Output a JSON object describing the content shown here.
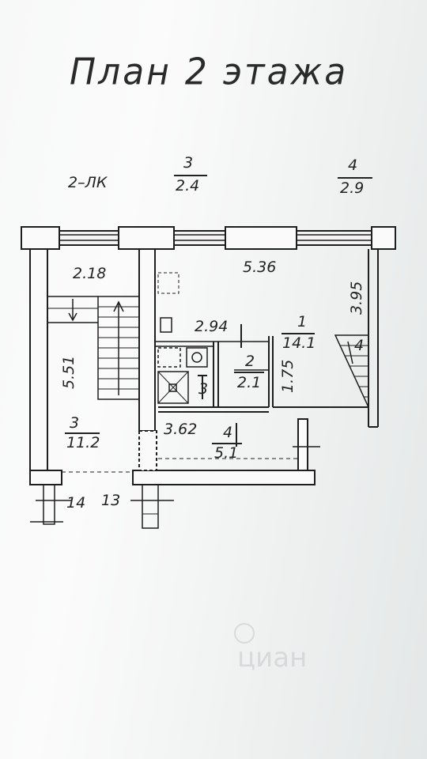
{
  "title": "План 2 этажа",
  "labels": {
    "balcony_lk": "2–ЛК",
    "balcony3_num": "3",
    "balcony3_area": "2.4",
    "balcony4_num": "4",
    "balcony4_area": "2.9",
    "dim_2_18": "2.18",
    "dim_5_36": "5.36",
    "dim_3_95": "3.95",
    "dim_5_51": "5.51",
    "dim_2_94": "2.94",
    "dim_1_75": "1.75",
    "dim_3_62": "3.62",
    "room1_num": "1",
    "room1_area": "14.1",
    "room2_num": "2",
    "room2_area": "2.1",
    "room3_small_num": "3",
    "room3_num": "3",
    "room3_area": "11.2",
    "room4_num": "4",
    "room4_area": "5.1",
    "stair4_num": "4",
    "axis_14": "14",
    "axis_13": "13"
  },
  "watermark": "циан"
}
